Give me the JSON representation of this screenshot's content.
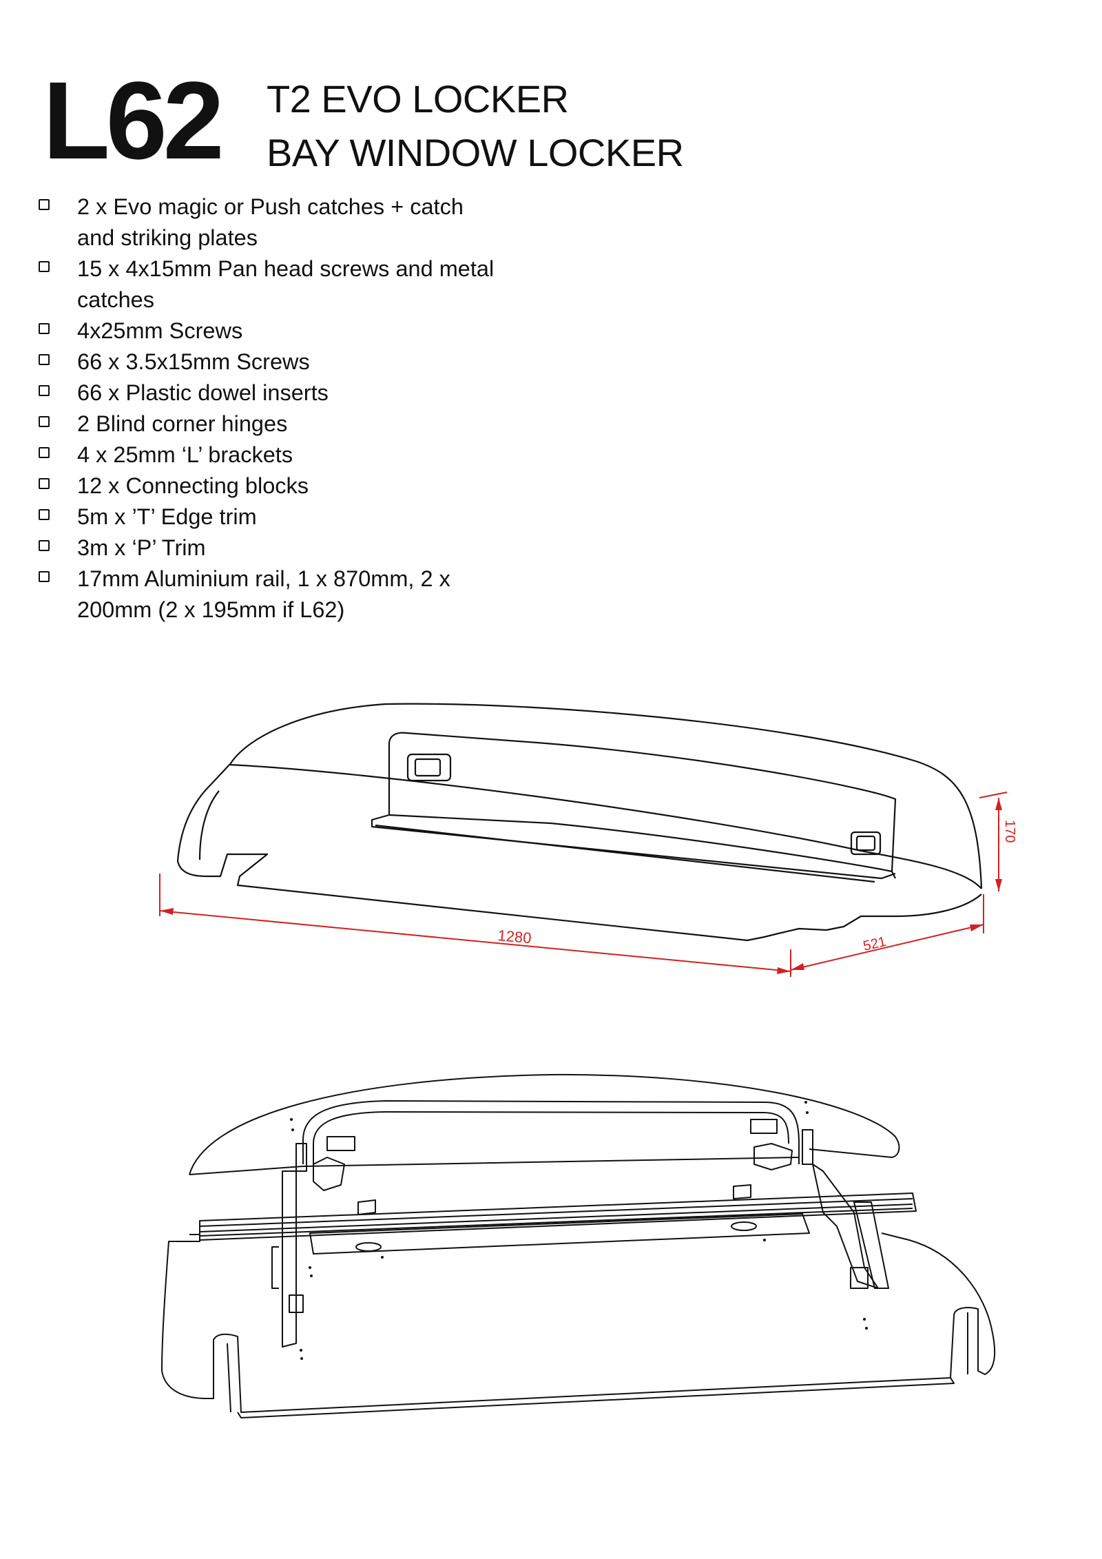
{
  "header": {
    "code": "L62",
    "title_line1": "T2 EVO LOCKER",
    "title_line2": "BAY WINDOW LOCKER"
  },
  "checklist": [
    {
      "line1": "2 x Evo magic or Push catches + catch",
      "line2": "and striking plates"
    },
    {
      "line1": "15 x 4x15mm Pan head screws and metal",
      "line2": "catches"
    },
    {
      "line1": "4x25mm Screws",
      "line2": ""
    },
    {
      "line1": "66 x 3.5x15mm Screws",
      "line2": ""
    },
    {
      "line1": "66 x Plastic dowel inserts",
      "line2": ""
    },
    {
      "line1": "2 Blind corner hinges",
      "line2": ""
    },
    {
      "line1": "4 x 25mm ‘L’ brackets",
      "line2": ""
    },
    {
      "line1": "12 x Connecting blocks",
      "line2": ""
    },
    {
      "line1": "5m x ’T’ Edge trim",
      "line2": ""
    },
    {
      "line1": "3m x ‘P’ Trim",
      "line2": ""
    },
    {
      "line1": "17mm Aluminium rail, 1 x 870mm, 2 x",
      "line2": "200mm (2 x 195mm if L62)"
    }
  ],
  "dimensions": {
    "length": "1280",
    "depth": "521",
    "height": "170",
    "color": "#d42020"
  }
}
